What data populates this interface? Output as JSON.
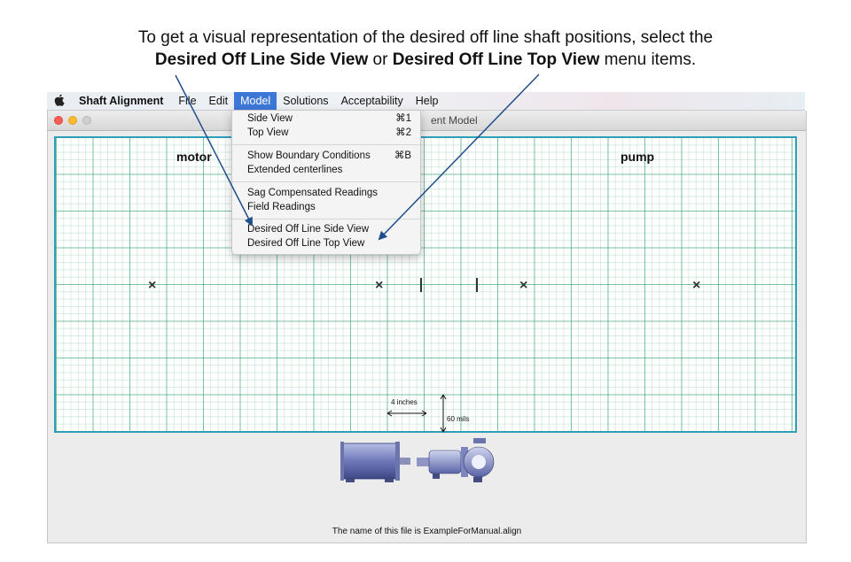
{
  "caption": {
    "line1": "To get a visual representation of the desired off line shaft positions, select the",
    "bold1": "Desired Off Line Side View",
    "mid": " or ",
    "bold2": "Desired Off Line Top View",
    "tail": " menu items."
  },
  "menubar": {
    "apple_icon": "",
    "app_name": "Shaft Alignment",
    "items": [
      "File",
      "Edit",
      "Model",
      "Solutions",
      "Acceptability",
      "Help"
    ],
    "active_item": "Model"
  },
  "window": {
    "title_fragment": "ent Model"
  },
  "model_menu": {
    "side_view": {
      "label": "Side View",
      "shortcut": "⌘1"
    },
    "top_view": {
      "label": "Top View",
      "shortcut": "⌘2"
    },
    "show_boundary": {
      "label": "Show Boundary Conditions",
      "shortcut": "⌘B"
    },
    "extended_centerlines": {
      "label": "Extended centerlines"
    },
    "sag_compensated": {
      "label": "Sag Compensated Readings"
    },
    "field_readings": {
      "label": "Field Readings"
    },
    "desired_side": {
      "label": "Desired Off Line Side View"
    },
    "desired_top": {
      "label": "Desired Off Line Top View"
    }
  },
  "canvas": {
    "motor_label": "motor",
    "pump_label": "pump",
    "marker": "×",
    "scale_h": "4 inches",
    "scale_v": "60 mils"
  },
  "footer": {
    "filename_text": "The name of this file is ExampleForManual.align"
  },
  "colors": {
    "grid_border": "#2d9fb6",
    "menu_highlight": "#3d78d8",
    "arrow": "#1f4e8c"
  }
}
